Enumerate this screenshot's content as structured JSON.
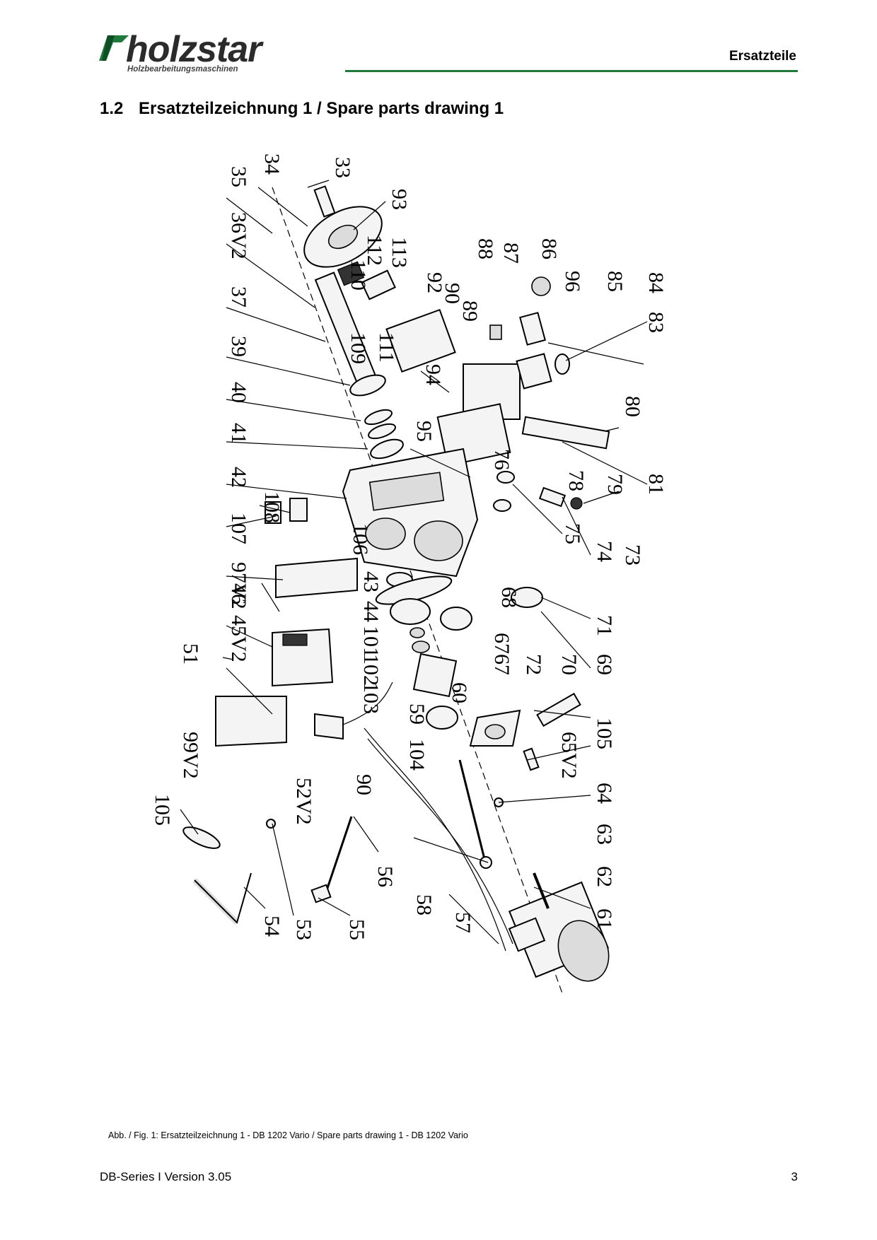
{
  "header": {
    "logo_text": "holzstar",
    "logo_tagline": "Holzbearbeitungsmaschinen",
    "section_label": "Ersatzteile"
  },
  "heading": {
    "number": "1.2",
    "title": "Ersatzteilzeichnung 1  / Spare parts drawing 1"
  },
  "drawing": {
    "part_labels": [
      "35",
      "34",
      "33",
      "36V2",
      "93",
      "112",
      "113",
      "110",
      "37",
      "109",
      "92",
      "90",
      "111",
      "88",
      "87",
      "86",
      "96",
      "85",
      "84",
      "89",
      "83",
      "39",
      "40",
      "94",
      "95",
      "41",
      "42",
      "76",
      "80",
      "78",
      "79",
      "81",
      "107",
      "108",
      "97V2",
      "106",
      "75",
      "74",
      "73",
      "43",
      "68",
      "46",
      "44",
      "101",
      "67",
      "67",
      "71",
      "45V2",
      "51",
      "102",
      "103",
      "72",
      "70",
      "69",
      "60",
      "59",
      "104",
      "105",
      "65V2",
      "99V2",
      "52V2",
      "90",
      "64",
      "63",
      "105",
      "56",
      "58",
      "62",
      "55",
      "54",
      "53",
      "57",
      "61"
    ],
    "accent_color": "#1f7a3c"
  },
  "caption": "Abb. / Fig. 1: Ersatzteilzeichnung 1 - DB 1202 Vario / Spare parts drawing 1 - DB 1202 Vario",
  "footer": {
    "left": "DB-Series I Version 3.05",
    "right": "3"
  }
}
